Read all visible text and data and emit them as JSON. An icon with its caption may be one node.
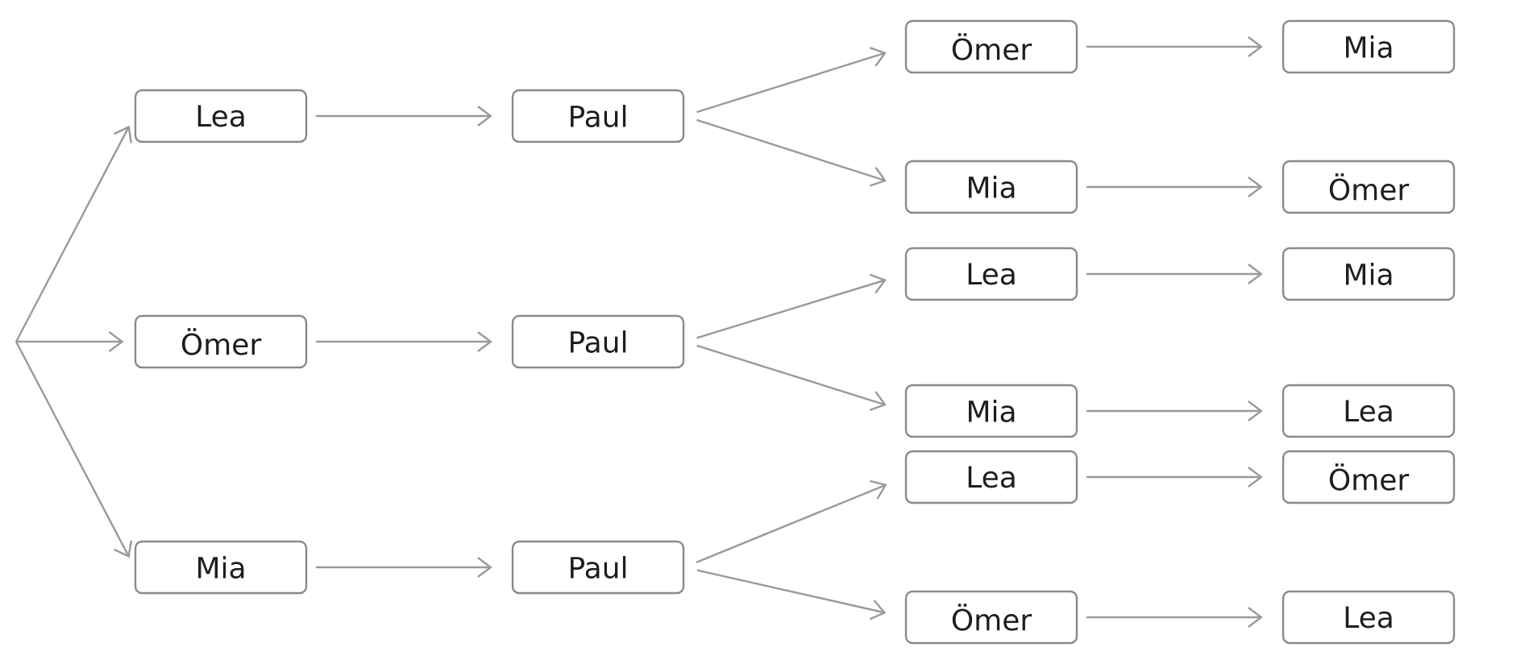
{
  "diagram": {
    "nodes": [
      {
        "text": [
          "Lea"
        ]
      },
      {
        "text": [
          "Paul"
        ]
      },
      {
        "text": [
          "Ömer"
        ]
      },
      {
        "text": [
          "Mia"
        ]
      },
      {
        "text": [
          "Mia"
        ]
      },
      {
        "text": [
          "Ömer"
        ]
      },
      {
        "text": [
          "Ömer"
        ]
      },
      {
        "text": [
          "Paul"
        ]
      },
      {
        "text": [
          "Lea"
        ]
      },
      {
        "text": [
          "Mia"
        ]
      },
      {
        "text": [
          "Mia"
        ]
      },
      {
        "text": [
          "Lea"
        ]
      },
      {
        "text": [
          "Mia"
        ]
      },
      {
        "text": [
          "Paul"
        ]
      },
      {
        "text": [
          "Lea"
        ]
      },
      {
        "text": [
          "Ömer"
        ]
      },
      {
        "text": [
          "Ömer"
        ]
      },
      {
        "text": [
          "Lea"
        ]
      }
    ],
    "edges": [
      {
        "from": null,
        "to": 0,
        "arrow": "to"
      },
      {
        "from": null,
        "to": 6,
        "arrow": "to"
      },
      {
        "from": null,
        "to": 12,
        "arrow": "to"
      },
      {
        "from": 0,
        "to": 1,
        "arrow": "to"
      },
      {
        "from": 1,
        "to": 2,
        "arrow": "to"
      },
      {
        "from": 1,
        "to": 4,
        "arrow": "to"
      },
      {
        "from": 2,
        "to": 3,
        "arrow": "to"
      },
      {
        "from": 4,
        "to": 5,
        "arrow": "to"
      },
      {
        "from": 6,
        "to": 7,
        "arrow": "to"
      },
      {
        "from": 7,
        "to": 8,
        "arrow": "to"
      },
      {
        "from": 7,
        "to": 10,
        "arrow": "to"
      },
      {
        "from": 8,
        "to": 9,
        "arrow": "to"
      },
      {
        "from": 10,
        "to": 11,
        "arrow": "to"
      },
      {
        "from": 12,
        "to": 13,
        "arrow": "to"
      },
      {
        "from": 13,
        "to": 14,
        "arrow": "to"
      },
      {
        "from": 13,
        "to": 16,
        "arrow": "to"
      },
      {
        "from": 14,
        "to": 15,
        "arrow": "to"
      },
      {
        "from": 16,
        "to": 17,
        "arrow": "to"
      }
    ]
  }
}
